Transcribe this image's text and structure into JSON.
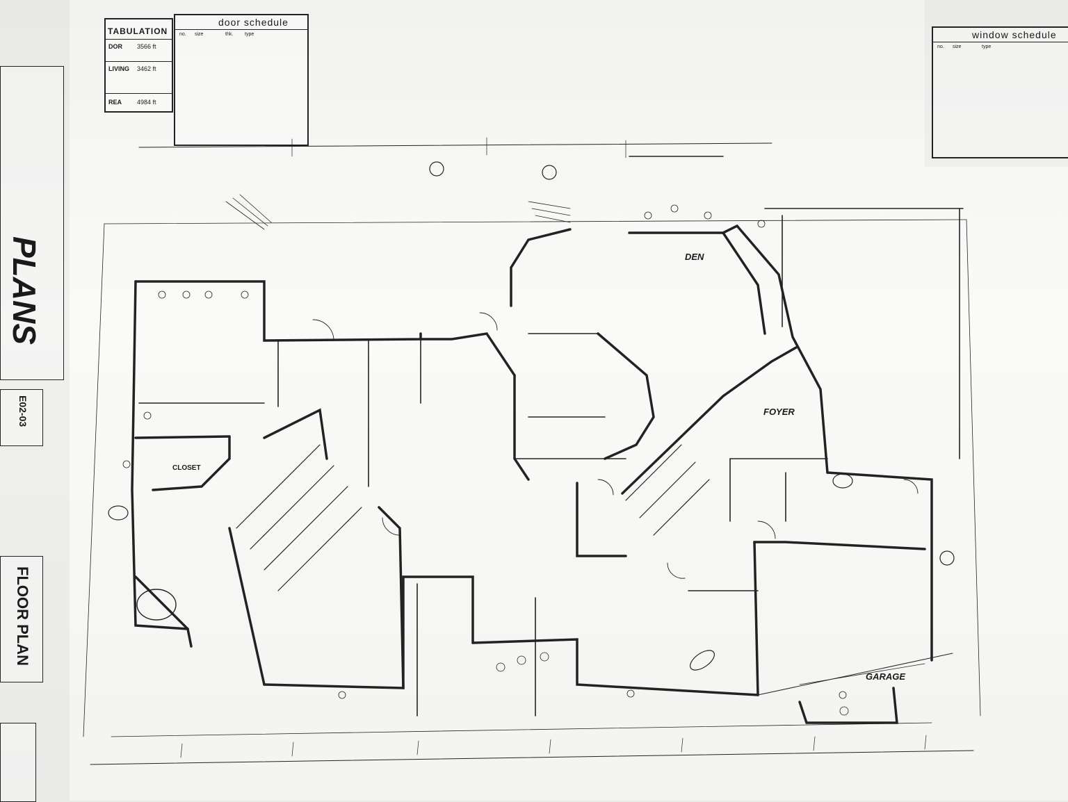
{
  "tabulation": {
    "title": "TABULATION",
    "rows": [
      {
        "label": "DOR",
        "value": "3566 ft"
      },
      {
        "label": "LIVING",
        "value": "3462 ft"
      },
      {
        "label": "REA",
        "value": "4984 ft"
      }
    ]
  },
  "door_schedule": {
    "title": "door schedule",
    "headers": [
      "no.",
      "size",
      "thk.",
      "type"
    ]
  },
  "window_schedule": {
    "title": "window schedule",
    "headers": [
      "no.",
      "size",
      "type"
    ]
  },
  "rooms": {
    "den": "DEN",
    "garage": "GARAGE",
    "foyer": "FOYER",
    "closet": "CLOSET"
  },
  "title_block": {
    "sheet_number": "E02-03",
    "drawing_title": "FLOOR PLAN",
    "logo": "PLANS"
  },
  "colors": {
    "paper": "#f4f4f2",
    "ink": "#1e1e1e"
  }
}
